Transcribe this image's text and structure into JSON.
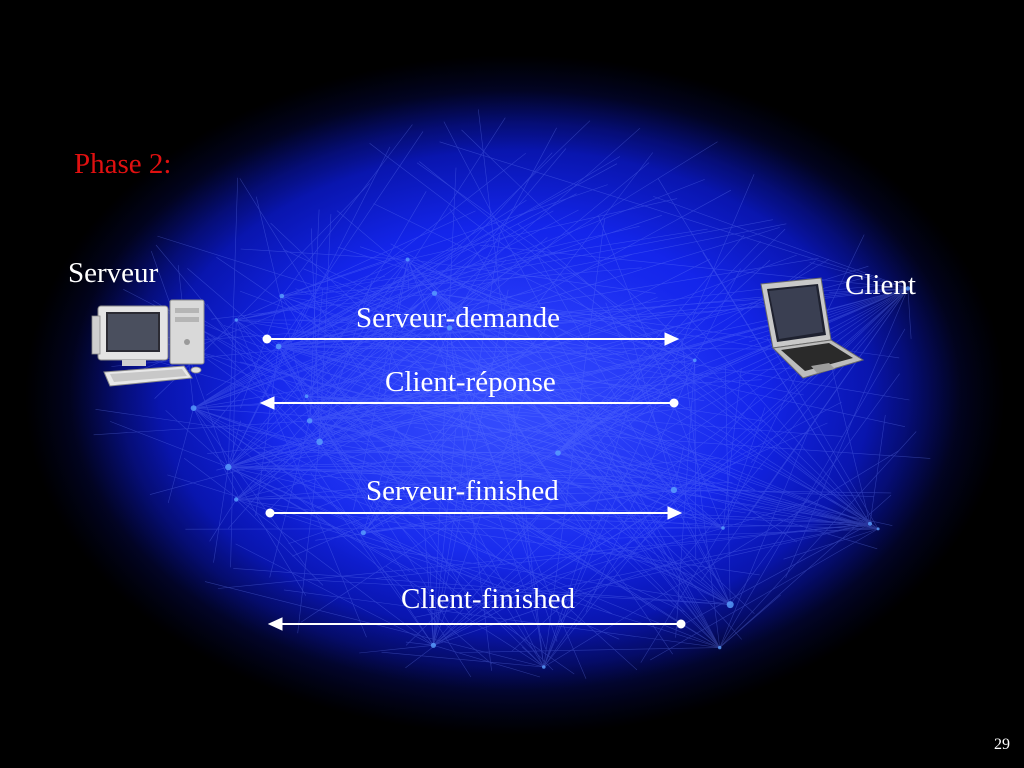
{
  "slide": {
    "phase_title": "Phase 2:",
    "page_number": "29",
    "colors": {
      "background": "#000000",
      "cloud": "#1a2bff",
      "title": "#e01010",
      "text": "#ffffff",
      "arrow": "#ffffff"
    }
  },
  "participants": {
    "server": {
      "label": "Serveur",
      "icon": "desktop-computer-icon"
    },
    "client": {
      "label": "Client",
      "icon": "laptop-icon"
    }
  },
  "messages": [
    {
      "label": "Serveur-demande",
      "from": "server",
      "to": "client"
    },
    {
      "label": "Client-réponse",
      "from": "client",
      "to": "server"
    },
    {
      "label": "Serveur-finished",
      "from": "server",
      "to": "client"
    },
    {
      "label": "Client-finished",
      "from": "client",
      "to": "server"
    }
  ]
}
